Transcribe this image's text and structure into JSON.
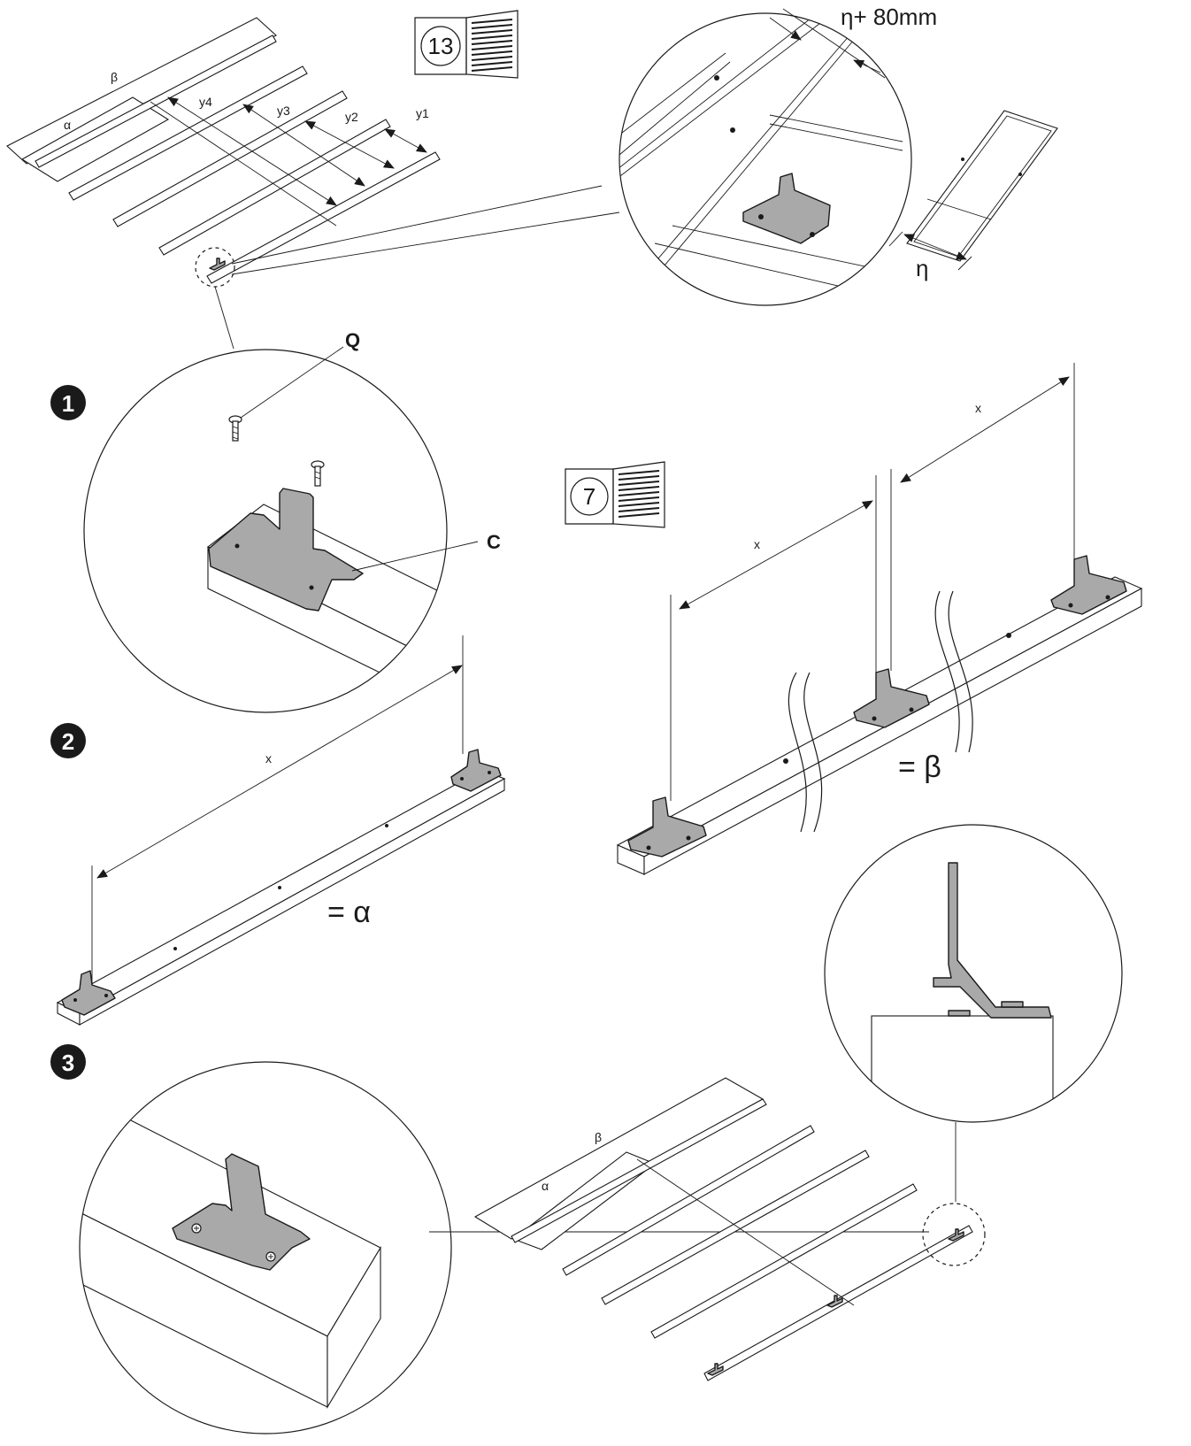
{
  "manual_refs": [
    {
      "page": "13"
    },
    {
      "page": "7"
    }
  ],
  "steps": [
    {
      "number": "1"
    },
    {
      "number": "2"
    },
    {
      "number": "3"
    }
  ],
  "overview_labels": {
    "beta": "β",
    "alpha": "α",
    "y4": "y4",
    "y3": "y3",
    "y2": "y2",
    "y1": "y1"
  },
  "dimensions": {
    "eta_plus": "η+ 80mm",
    "eta": "η",
    "x": "x",
    "equals_alpha": "= α",
    "equals_beta": "= β"
  },
  "part_labels": {
    "screw": "Q",
    "bracket": "C"
  }
}
